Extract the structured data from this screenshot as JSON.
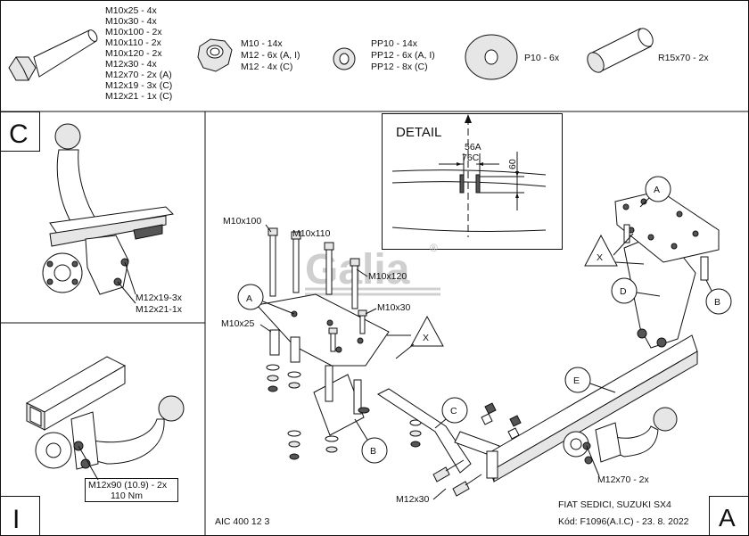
{
  "header": {
    "bolt_list": [
      "M10x25 - 4x",
      "M10x30 - 4x",
      "M10x100 - 2x",
      "M10x110 - 2x",
      "M10x120 - 2x",
      "M12x30 - 4x",
      "M12x70 - 2x (A)",
      "M12x19 - 3x (C)",
      "M12x21 - 1x (C)"
    ],
    "nut_list": [
      "M10 - 14x",
      "M12 - 6x (A, I)",
      "M12 - 4x (C)"
    ],
    "washer_list": [
      "PP10 - 14x",
      "PP12 - 6x (A, I)",
      "PP12 - 8x (C)"
    ],
    "plate_washer_label": "P10 - 6x",
    "spacer_label": "R15x70 - 2x"
  },
  "panel_c": {
    "letter": "C",
    "label1": "M12x19-3x",
    "label2": "M12x21-1x"
  },
  "panel_i": {
    "letter": "I",
    "label1": "M12x90 (10.9) - 2x",
    "label2": "110 Nm"
  },
  "detail": {
    "title": "DETAIL",
    "dim1": "56A",
    "dim2": "76C",
    "dim3": "60"
  },
  "main": {
    "labels": {
      "m10x100": "M10x100",
      "m10x110": "M10x110",
      "m10x120": "M10x120",
      "m10x30": "M10x30",
      "m10x25": "M10x25",
      "m12x30": "M12x30",
      "m12x70": "M12x70 - 2x"
    },
    "callouts": {
      "a1": "A",
      "b1": "B",
      "x1": "X",
      "c1": "C",
      "a2": "A",
      "b2": "B",
      "d": "D",
      "e": "E",
      "x2": "X"
    },
    "logo_text": "Galia",
    "logo_reg": "®"
  },
  "footer": {
    "code": "AIC 400 12 3",
    "vehicle": "FIAT SEDICI, SUZUKI SX4",
    "kod": "Kód: F1096(A.I.C) - 23. 8. 2022",
    "letter": "A"
  }
}
